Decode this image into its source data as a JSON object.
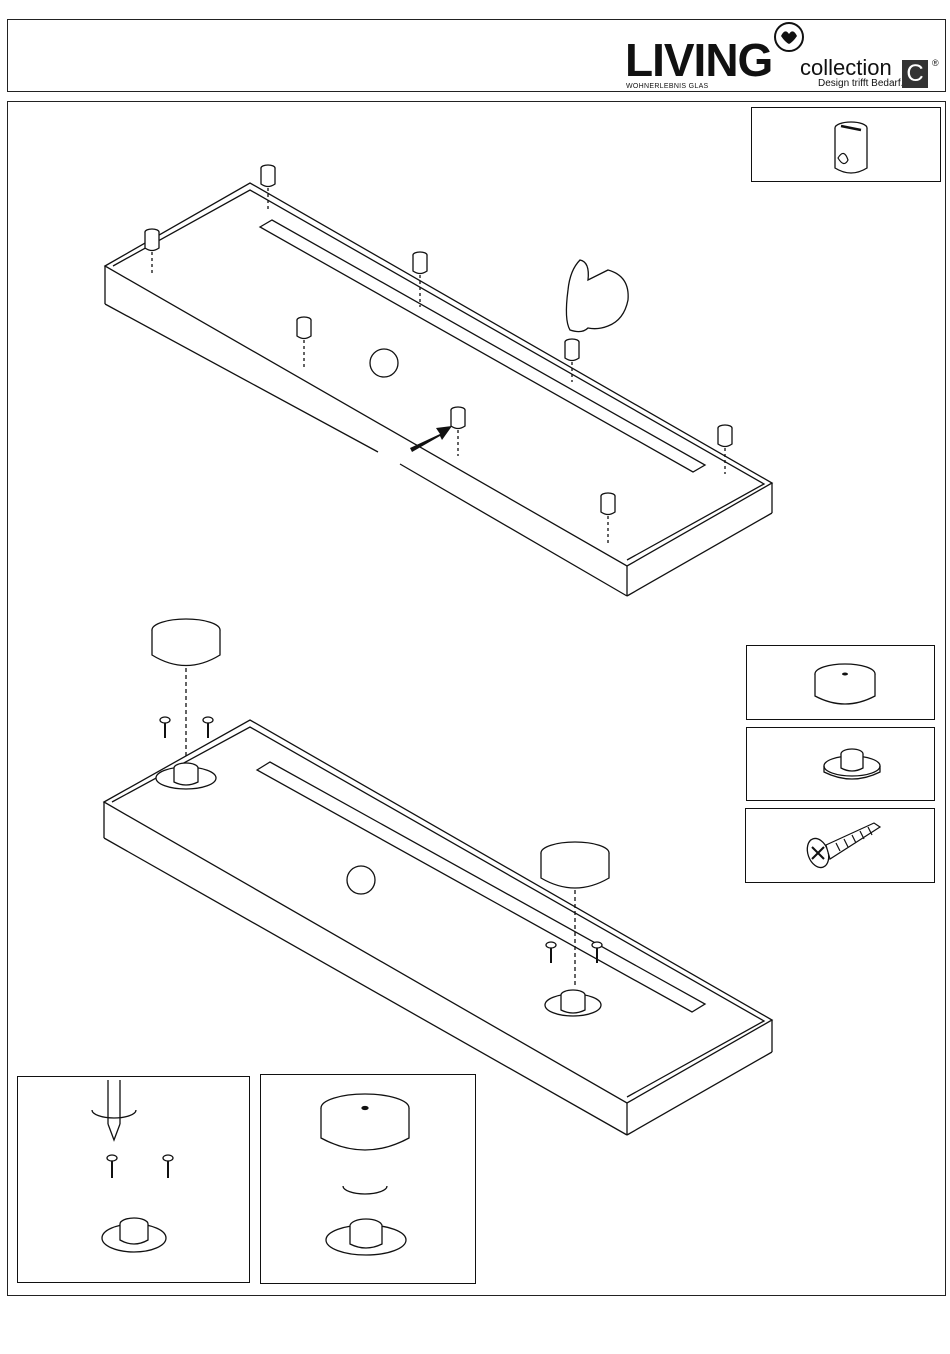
{
  "header": {
    "brand": "LIVING",
    "brand_subtitle": "WOHNERLEBNIS GLAS",
    "collection": "collection",
    "tagline": "Design trifft Bedarf.",
    "c_mark": "C",
    "registered": "®",
    "logo_icon": "heart-circle-icon"
  },
  "parts": [
    {
      "icon": "dowel-pin-icon"
    },
    {
      "icon": "foot-cap-icon"
    },
    {
      "icon": "foot-base-icon"
    },
    {
      "icon": "countersunk-screw-icon"
    }
  ],
  "colors": {
    "line": "#111111",
    "background": "#ffffff"
  }
}
